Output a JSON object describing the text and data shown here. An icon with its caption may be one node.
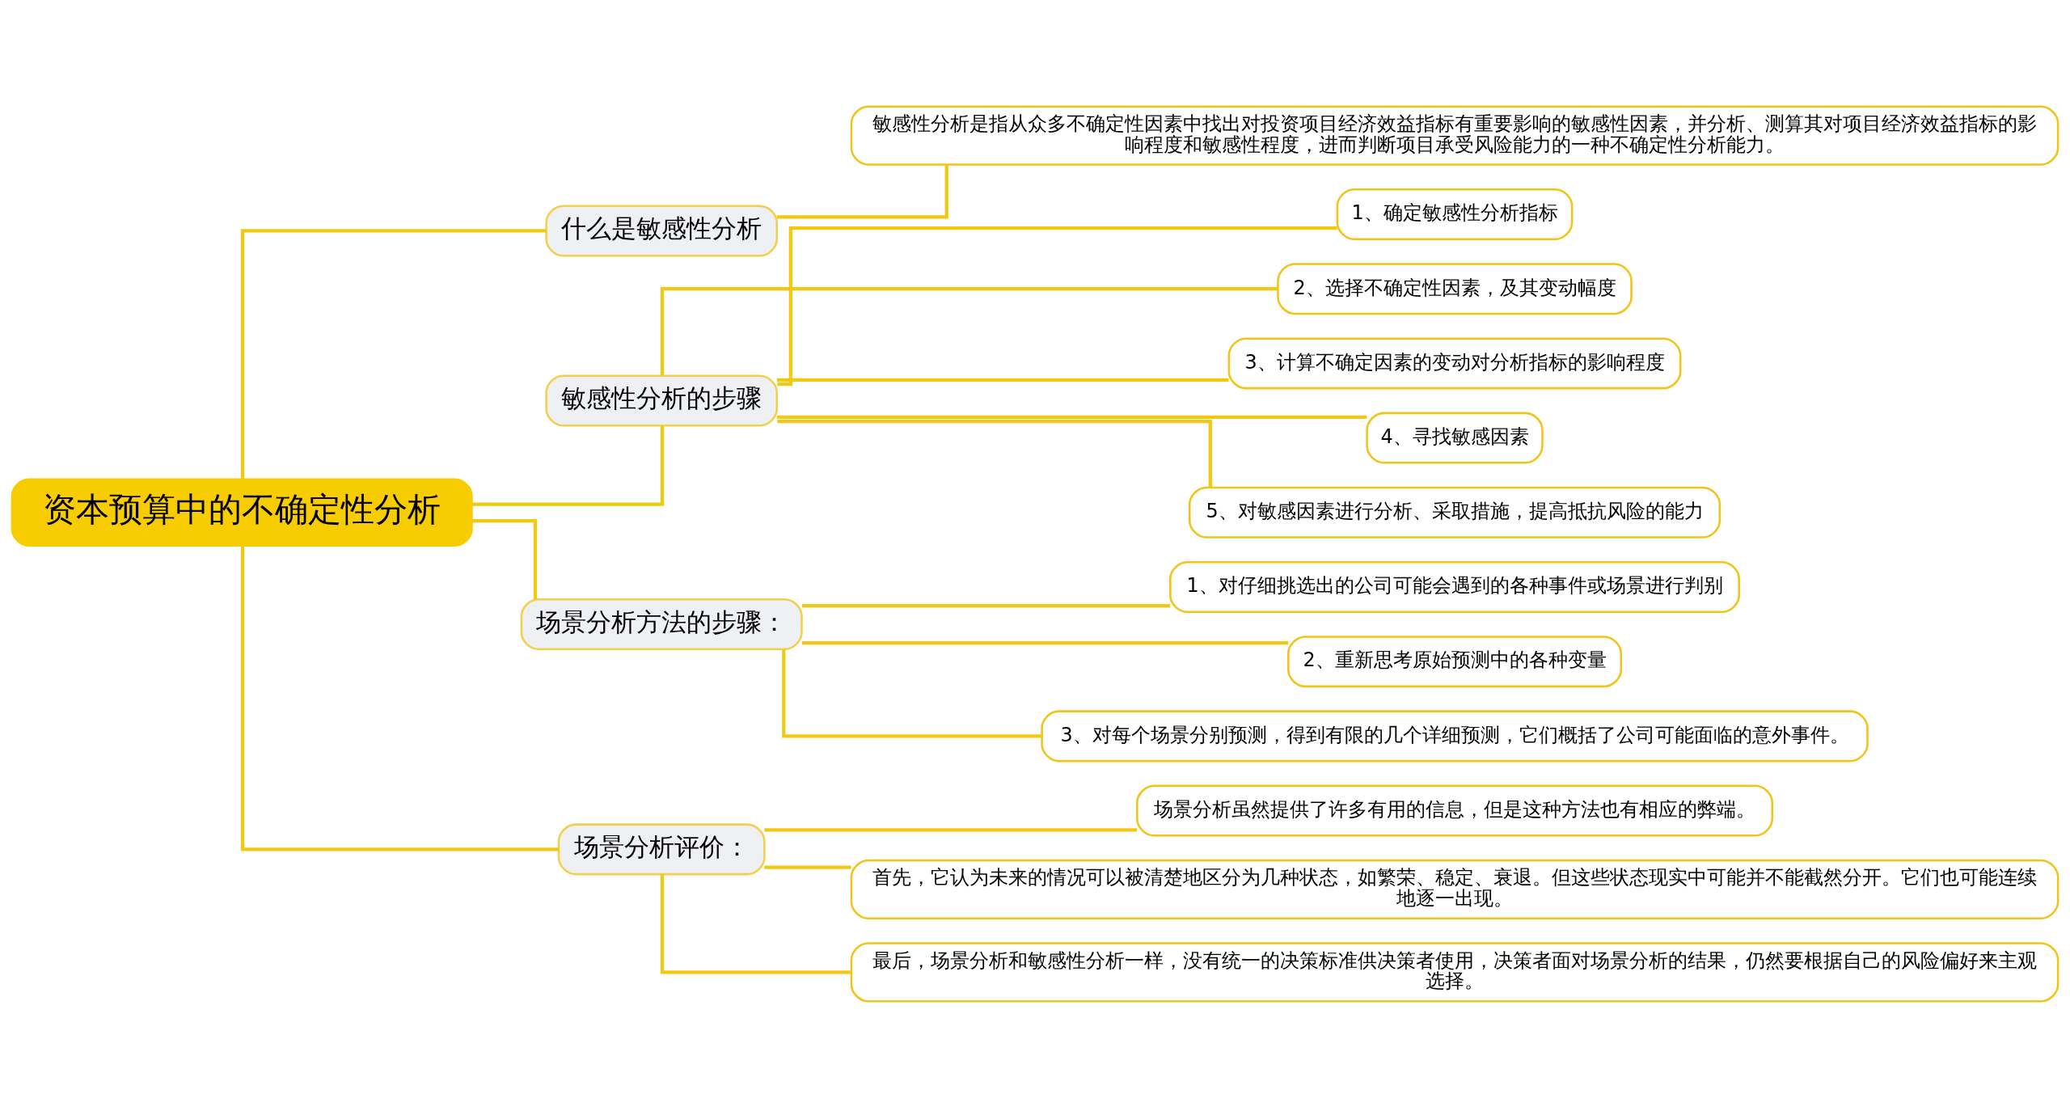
{
  "diagram": {
    "nodes": [
      {
        "text": [
          "资本预算中的不确定性分析"
        ]
      },
      {
        "text": [
          "什么是敏感性分析"
        ]
      },
      {
        "text": [
          "敏感性分析是指从众多不确定性因素中找出对投资项目经济效益指标有重要影响的敏感性因素，并分析、测算其对项目经济效益指标的影响程度和敏感性程度，进而判断项目承受风险能力的一种不确定性分析能力。"
        ]
      },
      {
        "text": [
          "敏感性分析的步骤"
        ]
      },
      {
        "text": [
          "1、确定敏感性分析指标"
        ]
      },
      {
        "text": [
          "2、选择不确定性因素，及其变动幅度"
        ]
      },
      {
        "text": [
          "3、计算不确定因素的变动对分析指标的影响程度"
        ]
      },
      {
        "text": [
          "4、寻找敏感因素"
        ]
      },
      {
        "text": [
          "5、对敏感因素进行分析、采取措施，提高抵抗风险的能力"
        ]
      },
      {
        "text": [
          "场景分析方法的步骤："
        ]
      },
      {
        "text": [
          "1、对仔细挑选出的公司可能会遇到的各种事件或场景进行判别"
        ]
      },
      {
        "text": [
          "2、重新思考原始预测中的各种变量"
        ]
      },
      {
        "text": [
          "3、对每个场景分别预测，得到有限的几个详细预测，它们概括了公司可能面临的意外事件。"
        ]
      },
      {
        "text": [
          "场景分析评价："
        ]
      },
      {
        "text": [
          "场景分析虽然提供了许多有用的信息，但是这种方法也有相应的弊端。"
        ]
      },
      {
        "text": [
          "首先，它认为未来的情况可以被清楚地区分为几种状态，如繁荣、稳定、衰退。但这些状态现实中可能并不能截然分开。它们也可能连续地逐一出现。"
        ]
      },
      {
        "text": [
          "最后，场景分析和敏感性分析一样，没有统一的决策标准供决策者使用，决策者面对场景分析的结果，仍然要根据自己的风险偏好来主观选择。"
        ]
      }
    ],
    "edges": [
      {
        "from": 0,
        "to": 1,
        "arrow": "none"
      },
      {
        "from": 1,
        "to": 2,
        "arrow": "none"
      },
      {
        "from": 0,
        "to": 3,
        "arrow": "none"
      },
      {
        "from": 3,
        "to": 4,
        "arrow": "none"
      },
      {
        "from": 3,
        "to": 5,
        "arrow": "none"
      },
      {
        "from": 3,
        "to": 6,
        "arrow": "none"
      },
      {
        "from": 3,
        "to": 7,
        "arrow": "none"
      },
      {
        "from": 3,
        "to": 8,
        "arrow": "none"
      },
      {
        "from": 0,
        "to": 9,
        "arrow": "none"
      },
      {
        "from": 9,
        "to": 10,
        "arrow": "none"
      },
      {
        "from": 9,
        "to": 11,
        "arrow": "none"
      },
      {
        "from": 9,
        "to": 12,
        "arrow": "none"
      },
      {
        "from": 0,
        "to": 13,
        "arrow": "none"
      },
      {
        "from": 13,
        "to": 14,
        "arrow": "none"
      },
      {
        "from": 13,
        "to": 15,
        "arrow": "none"
      },
      {
        "from": 13,
        "to": 16,
        "arrow": "none"
      }
    ]
  }
}
